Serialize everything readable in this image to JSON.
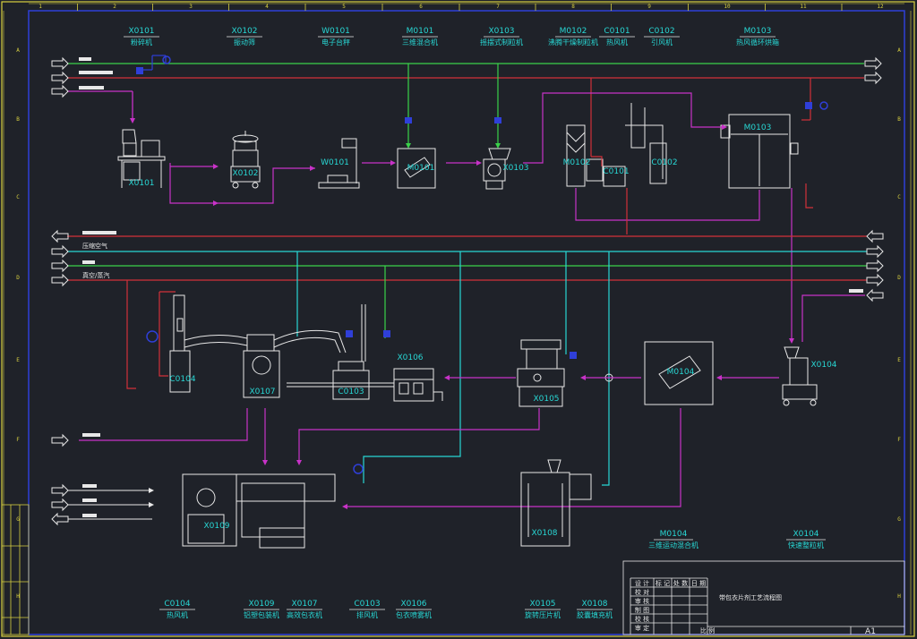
{
  "colors": {
    "background": "#1f2229",
    "frame": "#d8d040",
    "cyan": "#28d7d4",
    "green": "#3ad24a",
    "red": "#d2313a",
    "magenta": "#c832c8",
    "white": "#e8e8e8",
    "blue": "#2f3fd8"
  },
  "top_ruler": [
    "1",
    "2",
    "3",
    "4",
    "5",
    "6",
    "7",
    "8",
    "9",
    "10",
    "11",
    "12"
  ],
  "side_ruler": [
    "A",
    "B",
    "C",
    "D",
    "E",
    "F",
    "G",
    "H"
  ],
  "header_labels": [
    {
      "code": "X0101",
      "name": "粉碎机"
    },
    {
      "code": "X0102",
      "name": "振动筛"
    },
    {
      "code": "W0101",
      "name": "电子台秤"
    },
    {
      "code": "M0101",
      "name": "三维混合机"
    },
    {
      "code": "X0103",
      "name": "摇摆式制粒机"
    },
    {
      "code": "M0102",
      "name": "沸腾干燥制粒机"
    },
    {
      "code": "C0101",
      "name": "热风机"
    },
    {
      "code": "C0102",
      "name": "引风机"
    },
    {
      "code": "M0103",
      "name": "热风循环烘箱"
    }
  ],
  "equipment_tags": {
    "x0101": "X0101",
    "x0102": "X0102",
    "w0101": "W0101",
    "m0101": "M0101",
    "x0103": "X0103",
    "m0102": "M0102",
    "c0101": "C0101",
    "c0102": "C0102",
    "m0103": "M0103",
    "c0104": "C0104",
    "x0107": "X0107",
    "c0103": "C0103",
    "x0106": "X0106",
    "x0105": "X0105",
    "m0104": "M0104",
    "x0104": "X0104",
    "x0109": "X0109",
    "x0108": "X0108"
  },
  "side_labels": [
    "压缩空气",
    "真空/蒸汽"
  ],
  "mid_labels": [
    {
      "code": "M0104",
      "name": "三维运动混合机"
    },
    {
      "code": "X0104",
      "name": "快速整粒机"
    }
  ],
  "bottom_labels": [
    {
      "code": "C0104",
      "name": "热风机"
    },
    {
      "code": "X0109",
      "name": "铝塑包装机"
    },
    {
      "code": "X0107",
      "name": "高效包衣机"
    },
    {
      "code": "C0103",
      "name": "排风机"
    },
    {
      "code": "X0106",
      "name": "包衣喷雾机"
    },
    {
      "code": "X0105",
      "name": "旋转压片机"
    },
    {
      "code": "X0108",
      "name": "胶囊填充机"
    }
  ],
  "title_block": {
    "title": "带包衣片剂工艺流程图",
    "rows": [
      "设 计",
      "校 对",
      "审 核",
      "制 图",
      "校 核",
      "审 定"
    ],
    "cols": [
      "标 记",
      "处 数",
      "日 期"
    ],
    "scale_label": "比 例",
    "sheet": "A1"
  }
}
